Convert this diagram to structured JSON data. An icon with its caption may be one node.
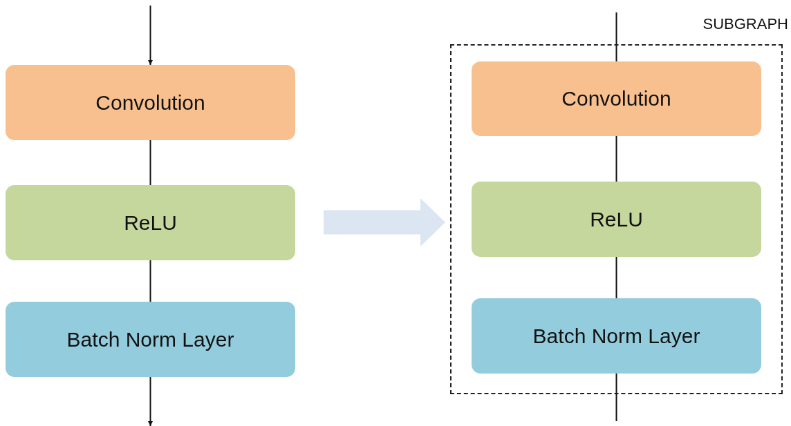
{
  "diagram": {
    "nodes": [
      {
        "text": [
          "Convolution"
        ]
      },
      {
        "text": [
          "ReLU"
        ]
      },
      {
        "text": [
          "Batch Norm Layer"
        ]
      },
      {
        "text": [
          "SUBGRAPH"
        ]
      },
      {
        "text": [
          "Convolution"
        ],
        "in": 3
      },
      {
        "text": [
          "ReLU"
        ],
        "in": 3
      },
      {
        "text": [
          "Batch Norm Layer"
        ],
        "in": 3
      }
    ],
    "edges": [
      {
        "from": null,
        "to": 0,
        "arrow": "to"
      },
      {
        "from": 0,
        "to": 1,
        "arrow": "none"
      },
      {
        "from": 1,
        "to": 2,
        "arrow": "none"
      },
      {
        "from": 2,
        "to": null,
        "arrow": "to"
      },
      {
        "from": 1,
        "to": 3,
        "arrow": "to",
        "style": "thick",
        "color": "#dce6f2"
      },
      {
        "from": null,
        "to": 4,
        "arrow": "none"
      },
      {
        "from": 4,
        "to": 5,
        "arrow": "none"
      },
      {
        "from": 5,
        "to": 6,
        "arrow": "none"
      },
      {
        "from": 6,
        "to": null,
        "arrow": "none"
      }
    ]
  }
}
